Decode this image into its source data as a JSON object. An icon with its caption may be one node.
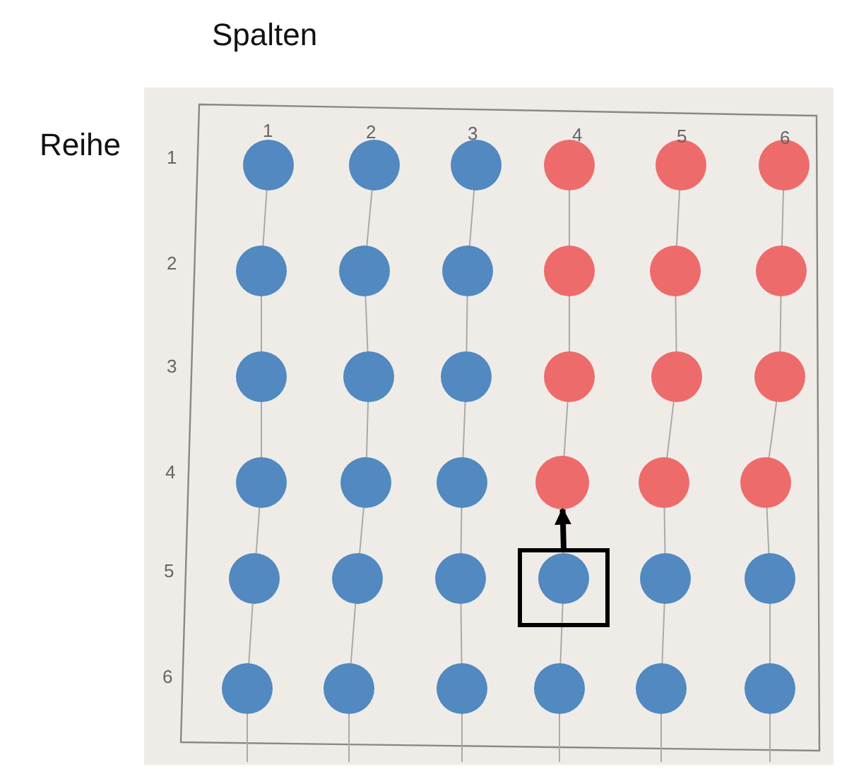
{
  "diagram": {
    "nodes": [
      {
        "text": [],
        "shape": "circle"
      },
      {
        "text": [],
        "shape": "box"
      }
    ],
    "edges": [
      {
        "from": 1,
        "to": 0,
        "arrow": "to"
      }
    ],
    "labels": [
      "Spalten",
      "1",
      "2",
      "3",
      "4",
      "5",
      "6",
      "Reihe",
      "1",
      "2",
      "3",
      "4",
      "5",
      "6"
    ]
  }
}
